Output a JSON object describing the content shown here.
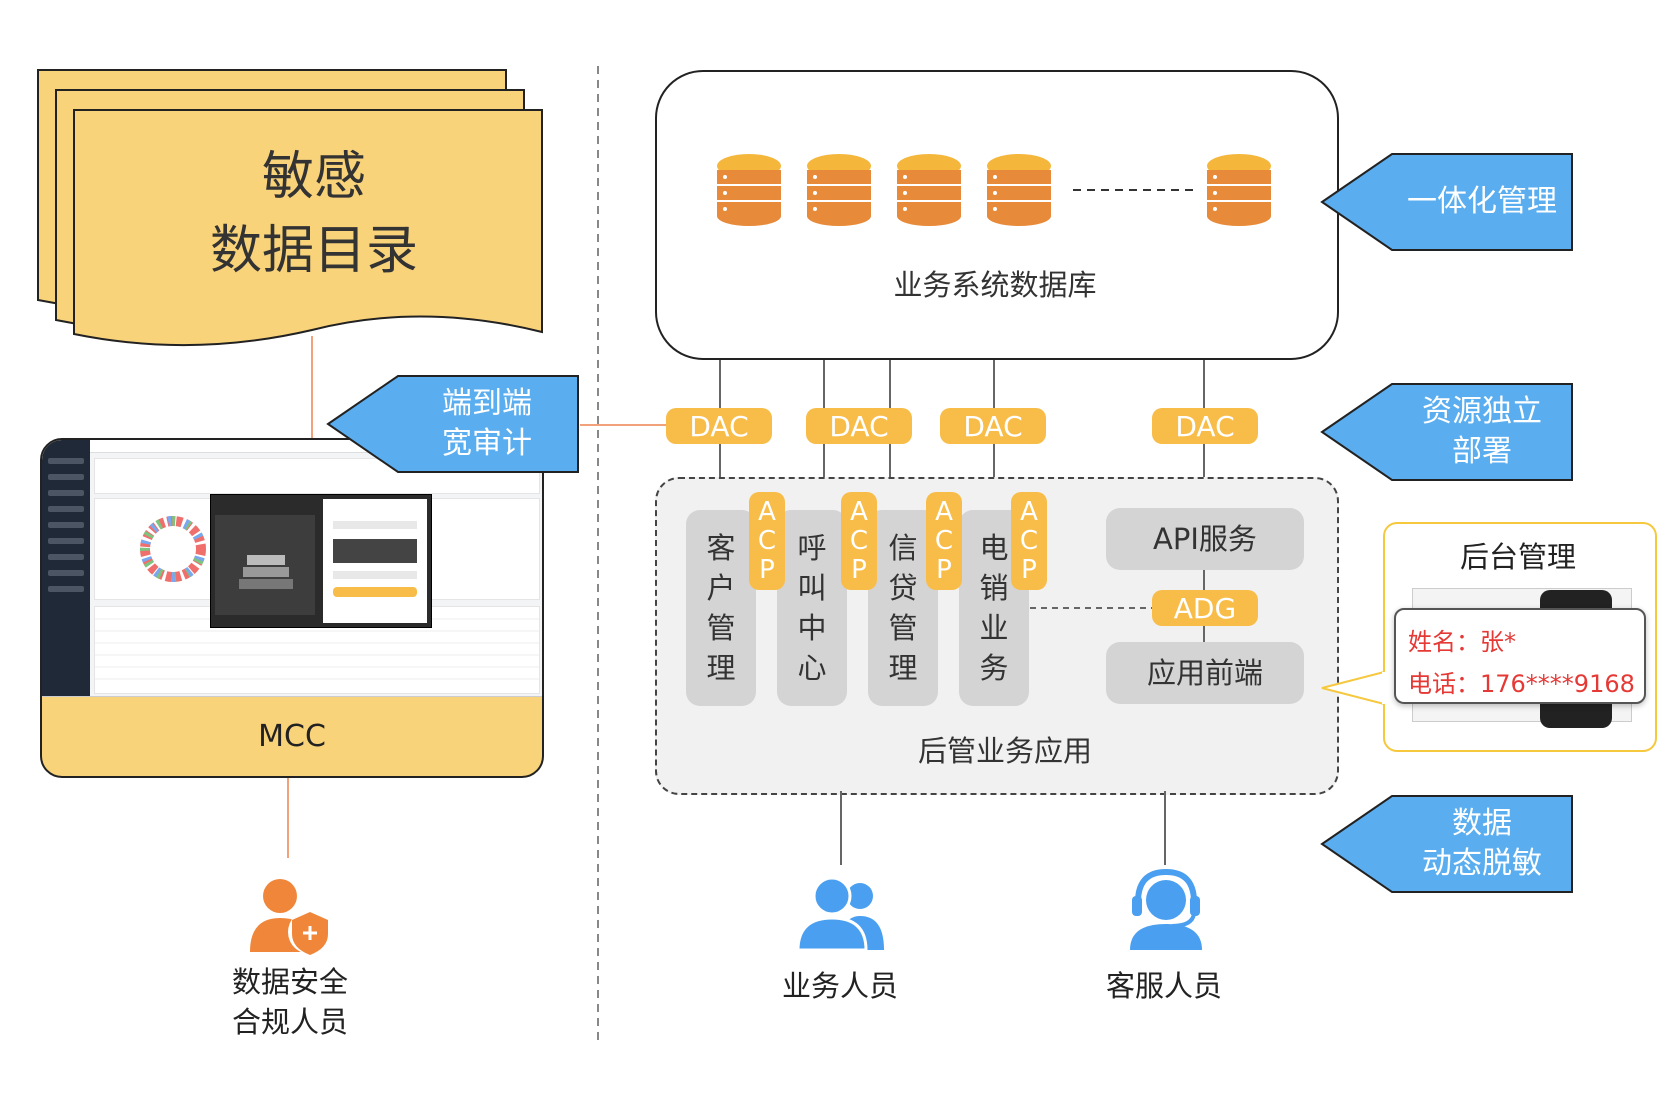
{
  "catalog": {
    "line1": "敏感",
    "line2": "数据目录"
  },
  "audit_callout": {
    "line1": "端到端",
    "line2": "宽审计"
  },
  "mcc": {
    "label": "MCC"
  },
  "compliance_person": {
    "line1": "数据安全",
    "line2": "合规人员"
  },
  "database": {
    "caption": "业务系统数据库"
  },
  "right_callouts": {
    "unified": "一体化管理",
    "independent": {
      "line1": "资源独立",
      "line2": "部署"
    },
    "masking": {
      "line1": "数据",
      "line2": "动态脱敏"
    }
  },
  "dac_label": "DAC",
  "acp_label": [
    "A",
    "C",
    "P"
  ],
  "apps": [
    {
      "name": [
        "客",
        "户",
        "管",
        "理"
      ]
    },
    {
      "name": [
        "呼",
        "叫",
        "中",
        "心"
      ]
    },
    {
      "name": [
        "信",
        "贷",
        "管",
        "理"
      ]
    },
    {
      "name": [
        "电",
        "销",
        "业",
        "务"
      ]
    }
  ],
  "api_service": "API服务",
  "adg_label": "ADG",
  "app_frontend": "应用前端",
  "app_region_caption": "后管业务应用",
  "business_person": "业务人员",
  "service_person": "客服人员",
  "backstage": {
    "title": "后台管理",
    "name_line": "姓名：张*",
    "phone_line": "电话：176****9168"
  },
  "colors": {
    "yellow": "#f9d37a",
    "chip": "#f8bd49",
    "blue": "#5aaef0",
    "orange": "#f0863a",
    "person_blue": "#4a9ff0",
    "mask_red": "#e53935"
  }
}
